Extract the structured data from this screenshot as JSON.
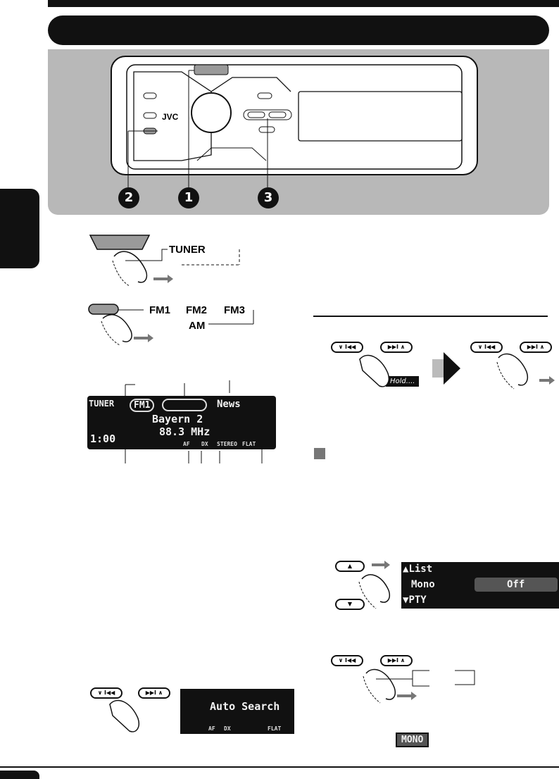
{
  "brand": {
    "logo": "JVC"
  },
  "callouts": [
    "2",
    "1",
    "3"
  ],
  "buttons": {
    "prev": "∨ I◀◀",
    "next": "▶▶I ∧",
    "up": "▲",
    "down": "▼"
  },
  "source_cycle": {
    "tuner": "TUNER"
  },
  "band_cycle": {
    "fm1": "FM1",
    "fm2": "FM2",
    "fm3": "FM3",
    "am": "AM"
  },
  "main_display": {
    "source": "TUNER",
    "band": "FM1",
    "pty": "News",
    "station": "Bayern 2",
    "frequency": "88.3 MHz",
    "clock": "1:00",
    "indicators": [
      "AF",
      "DX",
      "STEREO",
      "FLAT"
    ]
  },
  "hold_badge": "Hold....",
  "menu_display": {
    "items": [
      "List",
      "Mono",
      "PTY"
    ],
    "value": "Off"
  },
  "search_display": {
    "text": "Auto Search",
    "indicators": [
      "AF",
      "DX",
      "FLAT"
    ]
  },
  "mono_badge": "MONO"
}
